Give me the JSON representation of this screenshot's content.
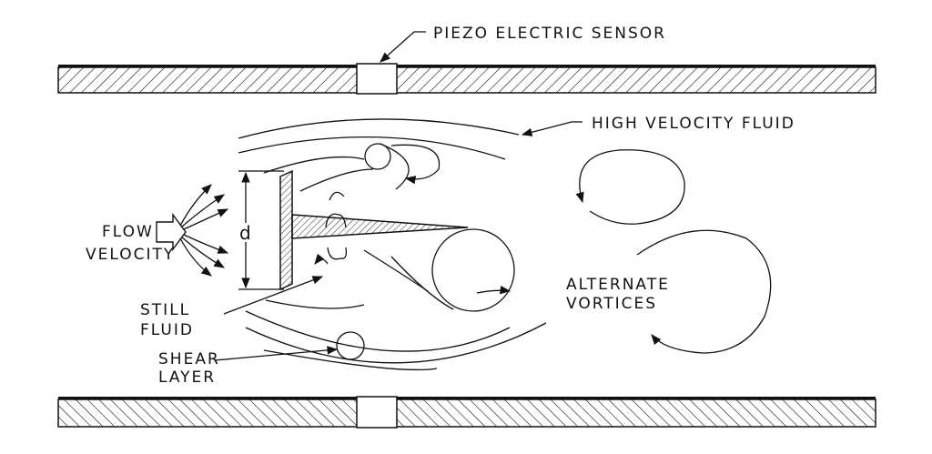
{
  "labels": {
    "piezo_sensor": "PIEZO ELECTRIC SENSOR",
    "high_velocity": "HIGH VELOCITY FLUID",
    "flow": "FLOW",
    "velocity": "VELOCITY",
    "d": "d",
    "still": "STILL",
    "fluid": "FLUID",
    "shear": "SHEAR",
    "layer": "LAYER",
    "alternate": "ALTERNATE",
    "vortices": "VORTICES"
  }
}
